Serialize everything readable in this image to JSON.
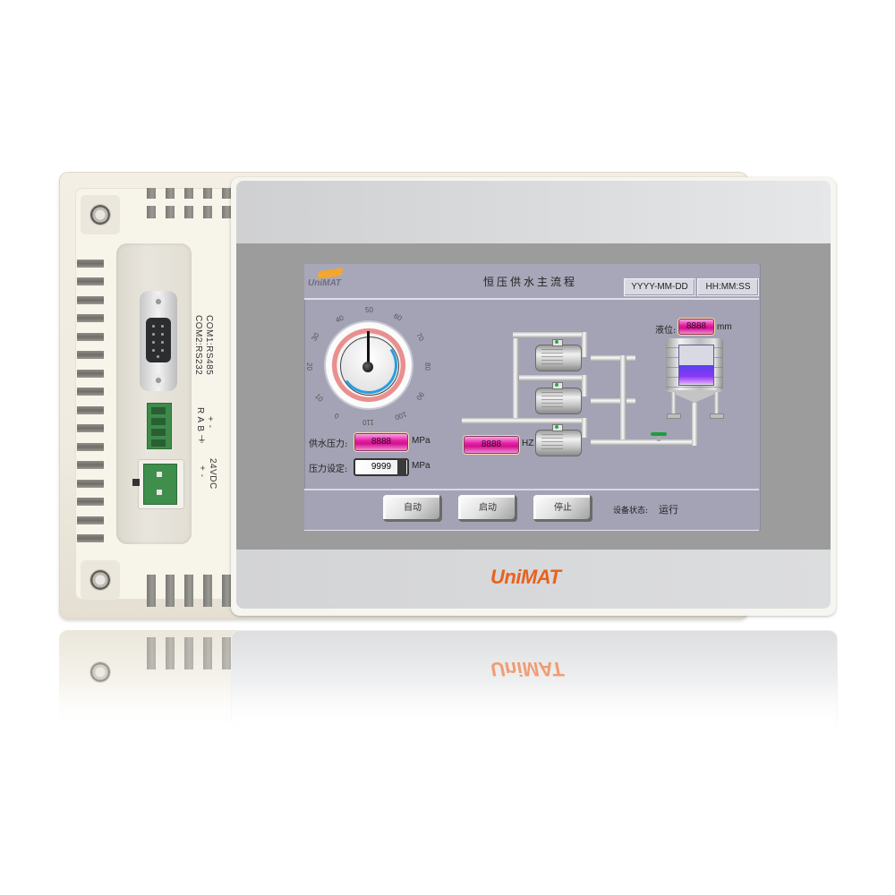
{
  "device": {
    "brand": "UniMAT",
    "back_labels": {
      "com_ports": "COM1:RS485\nCOM2:RS232",
      "com1": "COM1:RS485",
      "com2": "COM2:RS232",
      "terminal": "R A B ⏚",
      "terminal_signs": "+ -",
      "power": "24VDC",
      "power_signs": "+ -"
    }
  },
  "screen": {
    "header": {
      "logo": "UniMAT",
      "title": "恒压供水主流程",
      "date": "YYYY-MM-DD",
      "time": "HH:MM:SS"
    },
    "gauge": {
      "ticks": [
        "0",
        "10",
        "20",
        "30",
        "40",
        "50",
        "60",
        "70",
        "80",
        "90",
        "100",
        "110"
      ],
      "needle_value": 50,
      "colors": {
        "arc": "#2a9ee0",
        "rim": "#dd3333"
      }
    },
    "supply_pressure": {
      "label": "供水压力:",
      "value": "8888",
      "unit": "MPa"
    },
    "pressure_setpoint": {
      "label": "压力设定:",
      "value": "9999",
      "unit": "MPa"
    },
    "frequency": {
      "value": "8888",
      "unit": "HZ"
    },
    "tank_level": {
      "label": "液位:",
      "value": "8888",
      "unit": "mm"
    },
    "buttons": [
      {
        "label": "自动"
      },
      {
        "label": "启动"
      },
      {
        "label": "停止"
      }
    ],
    "status": {
      "label": "设备状态:",
      "value": "运行"
    },
    "colors": {
      "screen_bg": "#a3a3b5",
      "display_pink": "#e91fa6",
      "tank_liquid": "#6a3cf2"
    }
  }
}
